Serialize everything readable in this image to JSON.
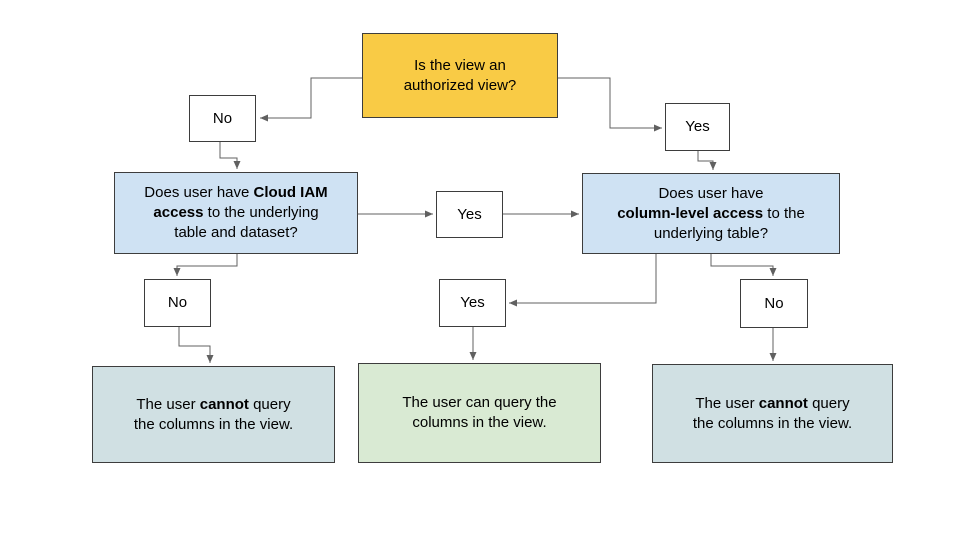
{
  "title": "Authorized view column access flowchart",
  "palette": {
    "root_decision_fill": "#f9cb45",
    "question_fill": "#cfe2f3",
    "result_negative_fill": "#d0e0e3",
    "result_positive_fill": "#d9ead3",
    "edge_label_fill": "#ffffff",
    "box_border": "#3d3d3d",
    "connector": "#606060",
    "text": "#000000"
  },
  "nodes": {
    "root": {
      "lines": [
        [
          {
            "t": "Is the view an"
          }
        ],
        [
          {
            "t": "authorized view?"
          }
        ]
      ]
    },
    "q_iam": {
      "lines": [
        [
          {
            "t": "Does user have "
          },
          {
            "t": "Cloud IAM",
            "b": 1
          }
        ],
        [
          {
            "t": "access",
            "b": 1
          },
          {
            "t": " to the underlying"
          }
        ],
        [
          {
            "t": "table and dataset?"
          }
        ]
      ]
    },
    "q_col": {
      "lines": [
        [
          {
            "t": "Does user have"
          }
        ],
        [
          {
            "t": "column-level access",
            "b": 1
          },
          {
            "t": " to the"
          }
        ],
        [
          {
            "t": "underlying table?"
          }
        ]
      ]
    },
    "res_left": {
      "lines": [
        [
          {
            "t": "The user "
          },
          {
            "t": "cannot",
            "b": 1
          },
          {
            "t": " query"
          }
        ],
        [
          {
            "t": "the columns in the view."
          }
        ]
      ]
    },
    "res_mid": {
      "lines": [
        [
          {
            "t": "The user can query the"
          }
        ],
        [
          {
            "t": "columns in the view."
          }
        ]
      ]
    },
    "res_right": {
      "lines": [
        [
          {
            "t": "The user "
          },
          {
            "t": "cannot",
            "b": 1
          },
          {
            "t": " query"
          }
        ],
        [
          {
            "t": "the columns in the view."
          }
        ]
      ]
    }
  },
  "edge_labels": {
    "no_top_left": "No",
    "yes_top_right": "Yes",
    "yes_mid": "Yes",
    "no_bottom_left": "No",
    "yes_bottom_mid": "Yes",
    "no_bottom_right": "No"
  }
}
